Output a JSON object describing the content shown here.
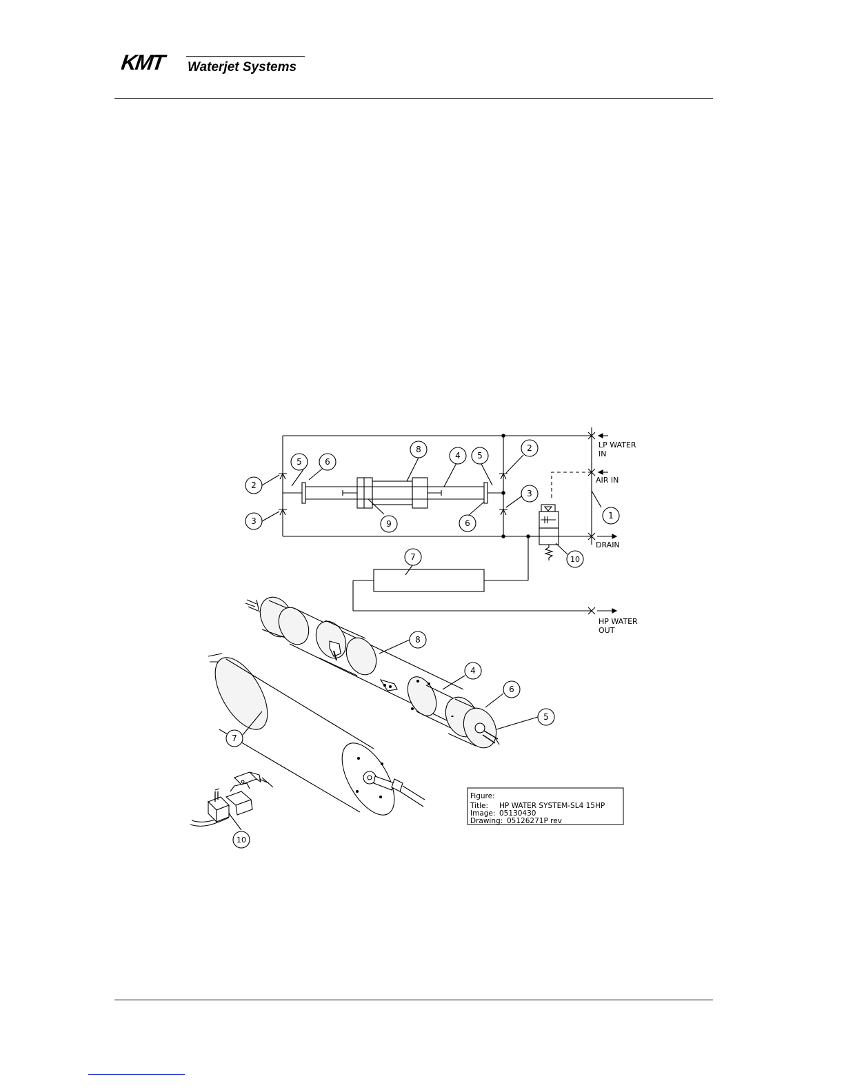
{
  "header": {
    "logo_mark": "KMT",
    "logo_text": "Waterjet Systems"
  },
  "schematic": {
    "callouts": [
      "1",
      "2",
      "3",
      "4",
      "5",
      "6",
      "7",
      "8",
      "9",
      "10"
    ],
    "port_labels": {
      "lp_water": [
        "LP  WATER",
        "IN"
      ],
      "air_in": "AIR  IN",
      "drain": "DRAIN",
      "hp_water": [
        "HP  WATER",
        "OUT"
      ]
    }
  },
  "caption": {
    "figure_label": "Figure:",
    "title_key": "Title:",
    "title_value": "HP  WATER  SYSTEM-SL4  15HP",
    "image_key": "Image:",
    "image_value": "05130430",
    "drawing_key": "Drawing:",
    "drawing_value": "05126271P rev"
  },
  "colors": {
    "ink": "#000000",
    "footer_mark": "#1a2fd0"
  }
}
